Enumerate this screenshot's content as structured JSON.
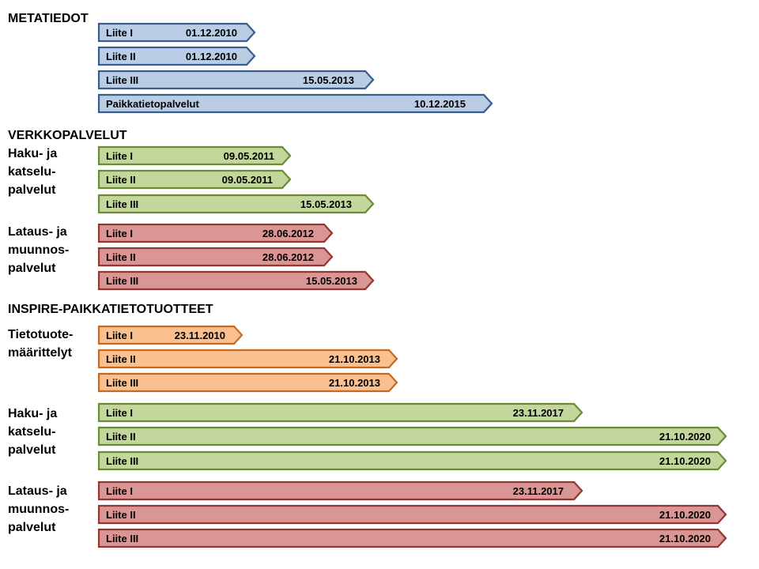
{
  "sections": {
    "metatiedot": {
      "title": "METATIEDOT"
    },
    "verkkopalvelut": {
      "title": "VERKKOPALVELUT"
    },
    "inspire": {
      "title": "INSPIRE-PAIKKATIETOTUOTTEET"
    }
  },
  "sublabels": {
    "verkko_haku": [
      "Haku- ja",
      "katselu-",
      "palvelut"
    ],
    "verkko_lataus": [
      "Lataus- ja",
      "muunnos-",
      "palvelut"
    ],
    "inspire_tietotuote": [
      "Tietotuote-",
      "määrittelyt"
    ],
    "inspire_haku": [
      "Haku- ja",
      "katselu-",
      "palvelut"
    ],
    "inspire_lataus": [
      "Lataus- ja",
      "muunnos-",
      "palvelut"
    ]
  },
  "colors": {
    "blue": {
      "fill": "#b9cde5",
      "stroke": "#3a5f8f"
    },
    "green": {
      "fill": "#c3d69b",
      "stroke": "#6b8a3a"
    },
    "red": {
      "fill": "#d99694",
      "stroke": "#943634"
    },
    "orange": {
      "fill": "#fac090",
      "stroke": "#c56a22"
    }
  },
  "arrows": [
    {
      "id": "meta-liite-1",
      "label": "Liite I",
      "date": "01.12.2010",
      "color": "blue"
    },
    {
      "id": "meta-liite-2",
      "label": "Liite II",
      "date": "01.12.2010",
      "color": "blue"
    },
    {
      "id": "meta-liite-3",
      "label": "Liite III",
      "date": "15.05.2013",
      "color": "blue"
    },
    {
      "id": "meta-paikkatietopalvelut",
      "label": "Paikkatietopalvelut",
      "date": "10.12.2015",
      "color": "blue"
    },
    {
      "id": "verkko-haku-liite-1",
      "label": "Liite I",
      "date": "09.05.2011",
      "color": "green"
    },
    {
      "id": "verkko-haku-liite-2",
      "label": "Liite II",
      "date": "09.05.2011",
      "color": "green"
    },
    {
      "id": "verkko-haku-liite-3",
      "label": "Liite III",
      "date": "15.05.2013",
      "color": "green"
    },
    {
      "id": "verkko-lataus-liite-1",
      "label": "Liite I",
      "date": "28.06.2012",
      "color": "red"
    },
    {
      "id": "verkko-lataus-liite-2",
      "label": "Liite II",
      "date": "28.06.2012",
      "color": "red"
    },
    {
      "id": "verkko-lataus-liite-3",
      "label": "Liite III",
      "date": "15.05.2013",
      "color": "red"
    },
    {
      "id": "inspire-tietotuote-liite-1",
      "label": "Liite I",
      "date": "23.11.2010",
      "color": "orange"
    },
    {
      "id": "inspire-tietotuote-liite-2",
      "label": "Liite II",
      "date": "21.10.2013",
      "color": "orange"
    },
    {
      "id": "inspire-tietotuote-liite-3",
      "label": "Liite III",
      "date": "21.10.2013",
      "color": "orange"
    },
    {
      "id": "inspire-haku-liite-1",
      "label": "Liite I",
      "date": "23.11.2017",
      "color": "green"
    },
    {
      "id": "inspire-haku-liite-2",
      "label": "Liite II",
      "date": "21.10.2020",
      "color": "green"
    },
    {
      "id": "inspire-haku-liite-3",
      "label": "Liite III",
      "date": "21.10.2020",
      "color": "green"
    },
    {
      "id": "inspire-lataus-liite-1",
      "label": "Liite I",
      "date": "23.11.2017",
      "color": "red"
    },
    {
      "id": "inspire-lataus-liite-2",
      "label": "Liite II",
      "date": "21.10.2020",
      "color": "red"
    },
    {
      "id": "inspire-lataus-liite-3",
      "label": "Liite III",
      "date": "21.10.2020",
      "color": "red"
    }
  ]
}
